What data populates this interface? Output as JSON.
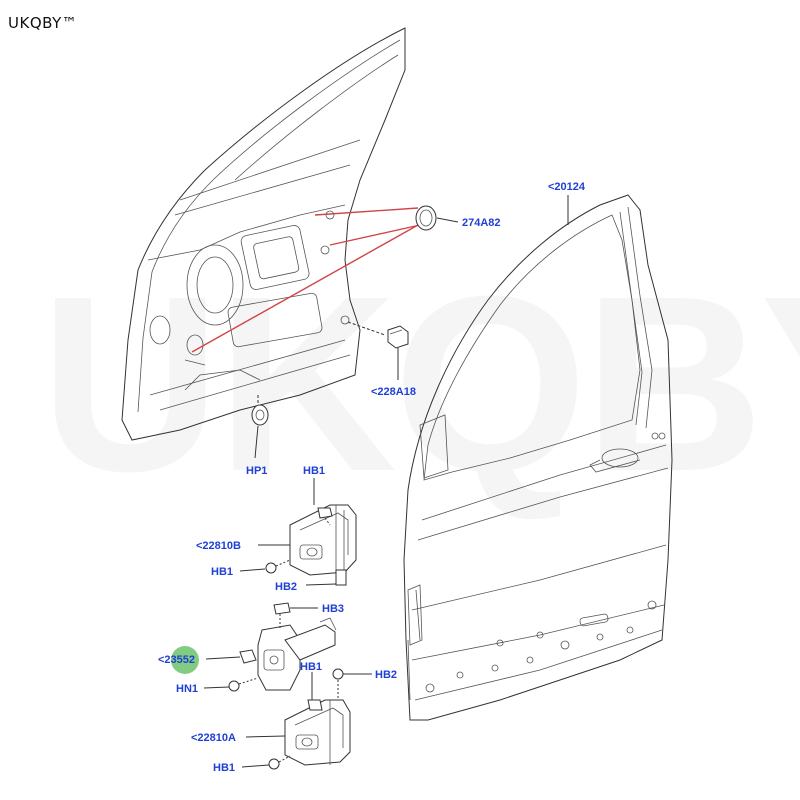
{
  "brand": "UKQBY™",
  "watermark": "UKQBY™",
  "colors": {
    "label": "#1f3fd6",
    "callout_red": "#d04545",
    "highlight": "#6cc36c"
  },
  "labels": {
    "door_shell": "<20124",
    "plug": "274A82",
    "clip": "<228A18",
    "hp1": "HP1",
    "hb1_top": "HB1",
    "upper_hinge": "<22810B",
    "hb1_upper": "HB1",
    "hb2_upper": "HB2",
    "hb3": "HB3",
    "check_strap": "<23552",
    "hb1_lower": "HB1",
    "hb2_lower": "HB2",
    "hn1": "HN1",
    "lower_hinge": "<22810A",
    "hb1_bottom": "HB1"
  }
}
